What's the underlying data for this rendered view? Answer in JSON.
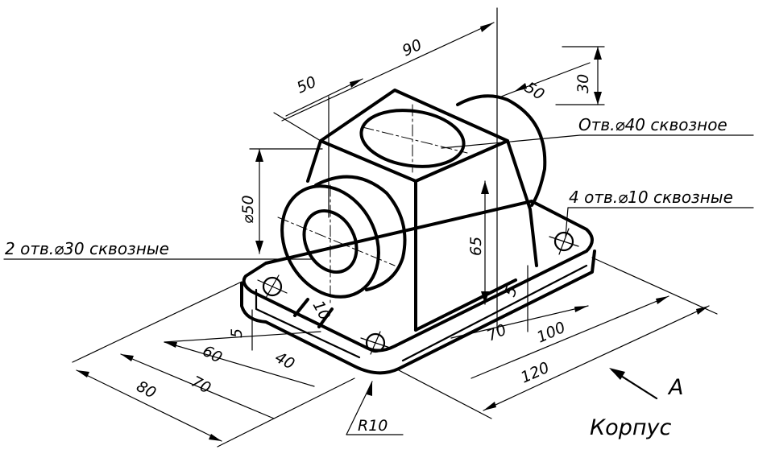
{
  "dimensions": {
    "top_width": "90",
    "top_left_50": "50",
    "top_right_50": "50",
    "height_30": "30",
    "diameter_50": "⌀50",
    "height_65": "65",
    "thickness_5": "5",
    "slot_10": "10",
    "base_40": "40",
    "base_60": "60",
    "base_70_left": "70",
    "base_80": "80",
    "base_5_right": "5",
    "base_70_right": "70",
    "base_100": "100",
    "base_120": "120",
    "radius": "R10"
  },
  "notes": {
    "hole_top": "Отв.⌀40 сквозное",
    "holes_base": "4 отв.⌀10 сквозные",
    "holes_side": "2 отв.⌀30 сквозные"
  },
  "view_letter": "A",
  "title": "Корпус"
}
